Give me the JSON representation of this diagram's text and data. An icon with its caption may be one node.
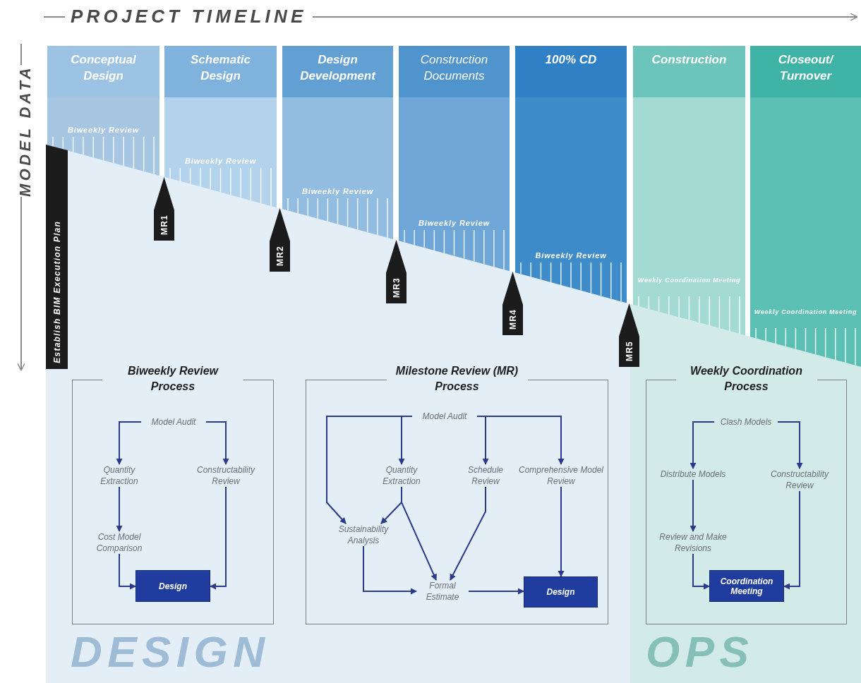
{
  "diagram": {
    "nodes": [
      {
        "text": [
          "Conceptual Design",
          "Biweekly Review"
        ]
      },
      {
        "text": [
          "Schematic Design",
          "Biweekly Review"
        ]
      },
      {
        "text": [
          "Design Development",
          "Biweekly Review"
        ]
      },
      {
        "text": [
          "Construction Documents",
          "Biweekly Review"
        ]
      },
      {
        "text": [
          "100% CD",
          "Biweekly Review"
        ]
      },
      {
        "text": [
          "Construction",
          "Weekly Coordination Meeting"
        ]
      },
      {
        "text": [
          "Closeout/ Turnover",
          "Weekly Coordination Meeting"
        ]
      },
      {
        "text": [
          "Establish BIM Execution Plan"
        ]
      },
      {
        "text": [
          "MR1"
        ]
      },
      {
        "text": [
          "MR2"
        ]
      },
      {
        "text": [
          "MR3"
        ]
      },
      {
        "text": [
          "MR4"
        ]
      },
      {
        "text": [
          "MR5"
        ]
      },
      {
        "text": [
          "Biweekly Review Process"
        ]
      },
      {
        "text": [
          "Model Audit"
        ],
        "in": 13
      },
      {
        "text": [
          "Quantity Extraction"
        ],
        "in": 13
      },
      {
        "text": [
          "Constructability Review"
        ],
        "in": 13
      },
      {
        "text": [
          "Cost Model Comparison"
        ],
        "in": 13
      },
      {
        "text": [
          "Design"
        ],
        "in": 13
      },
      {
        "text": [
          "Milestone Review (MR) Process"
        ]
      },
      {
        "text": [
          "Model Audit"
        ],
        "in": 19
      },
      {
        "text": [
          "Quantity Extraction"
        ],
        "in": 19
      },
      {
        "text": [
          "Schedule Review"
        ],
        "in": 19
      },
      {
        "text": [
          "Comprehensive Model Review"
        ],
        "in": 19
      },
      {
        "text": [
          "Sustainability Analysis"
        ],
        "in": 19
      },
      {
        "text": [
          "Formal Estimate"
        ],
        "in": 19
      },
      {
        "text": [
          "Design"
        ],
        "in": 19
      },
      {
        "text": [
          "Weekly Coordination Process"
        ]
      },
      {
        "text": [
          "Clash Models"
        ],
        "in": 27
      },
      {
        "text": [
          "Distribute Models"
        ],
        "in": 27
      },
      {
        "text": [
          "Constructability Review"
        ],
        "in": 27
      },
      {
        "text": [
          "Review and Make Revisions"
        ],
        "in": 27
      },
      {
        "text": [
          "Coordination Meeting"
        ],
        "in": 27
      }
    ],
    "edges": [
      {
        "from": 14,
        "to": 15,
        "arrow": "to"
      },
      {
        "from": 14,
        "to": 16,
        "arrow": "to"
      },
      {
        "from": 15,
        "to": 17,
        "arrow": "to"
      },
      {
        "from": 17,
        "to": 18,
        "arrow": "to"
      },
      {
        "from": 16,
        "to": 18,
        "arrow": "to"
      },
      {
        "from": 20,
        "to": 21,
        "arrow": "to"
      },
      {
        "from": 20,
        "to": 24,
        "arrow": "to"
      },
      {
        "from": 20,
        "to": 22,
        "arrow": "to"
      },
      {
        "from": 20,
        "to": 23,
        "arrow": "to"
      },
      {
        "from": 21,
        "to": 24,
        "arrow": "to"
      },
      {
        "from": 21,
        "to": 25,
        "arrow": "to"
      },
      {
        "from": 22,
        "to": 25,
        "arrow": "to"
      },
      {
        "from": 23,
        "to": 26,
        "arrow": "to"
      },
      {
        "from": 24,
        "to": 25,
        "arrow": "to"
      },
      {
        "from": 25,
        "to": 26,
        "arrow": "to"
      },
      {
        "from": 28,
        "to": 29,
        "arrow": "to"
      },
      {
        "from": 28,
        "to": 30,
        "arrow": "to"
      },
      {
        "from": 29,
        "to": 31,
        "arrow": "to"
      },
      {
        "from": 31,
        "to": 32,
        "arrow": "to"
      },
      {
        "from": 30,
        "to": 32,
        "arrow": "to"
      }
    ],
    "labels": [
      "PROJECT TIMELINE",
      "MODEL DATA",
      "DESIGN",
      "OPS"
    ]
  }
}
